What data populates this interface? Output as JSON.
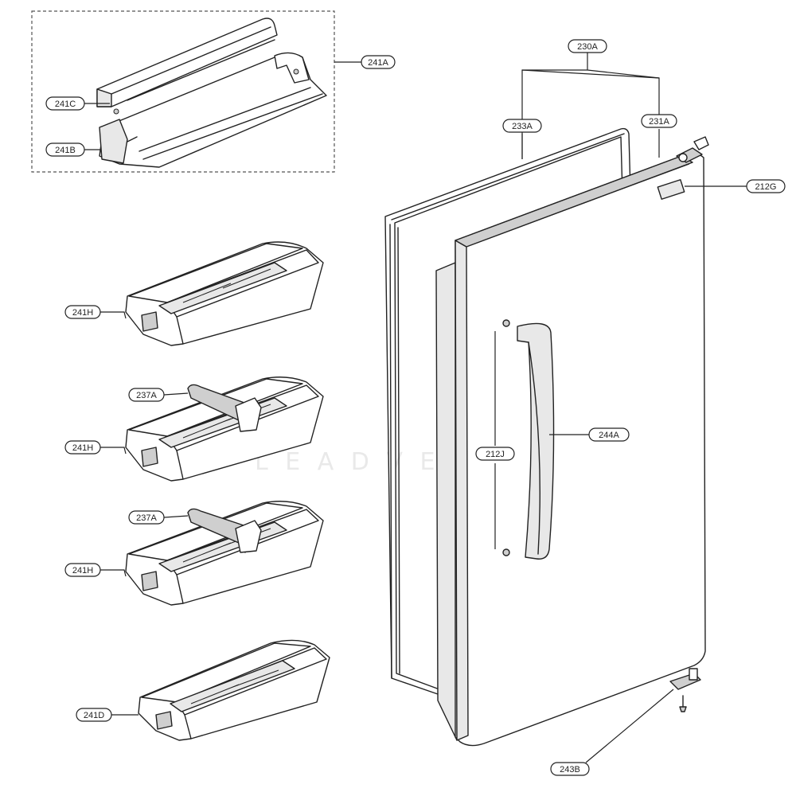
{
  "watermark": "L E A D V E N T U R E",
  "labels": {
    "p241A": "241A",
    "p241B": "241B",
    "p241C": "241C",
    "p241H_1": "241H",
    "p241H_2": "241H",
    "p241H_3": "241H",
    "p237A_1": "237A",
    "p237A_2": "237A",
    "p241D": "241D",
    "p230A": "230A",
    "p233A": "233A",
    "p231A": "231A",
    "p212G": "212G",
    "p244A": "244A",
    "p212J": "212J",
    "p243B": "243B"
  }
}
